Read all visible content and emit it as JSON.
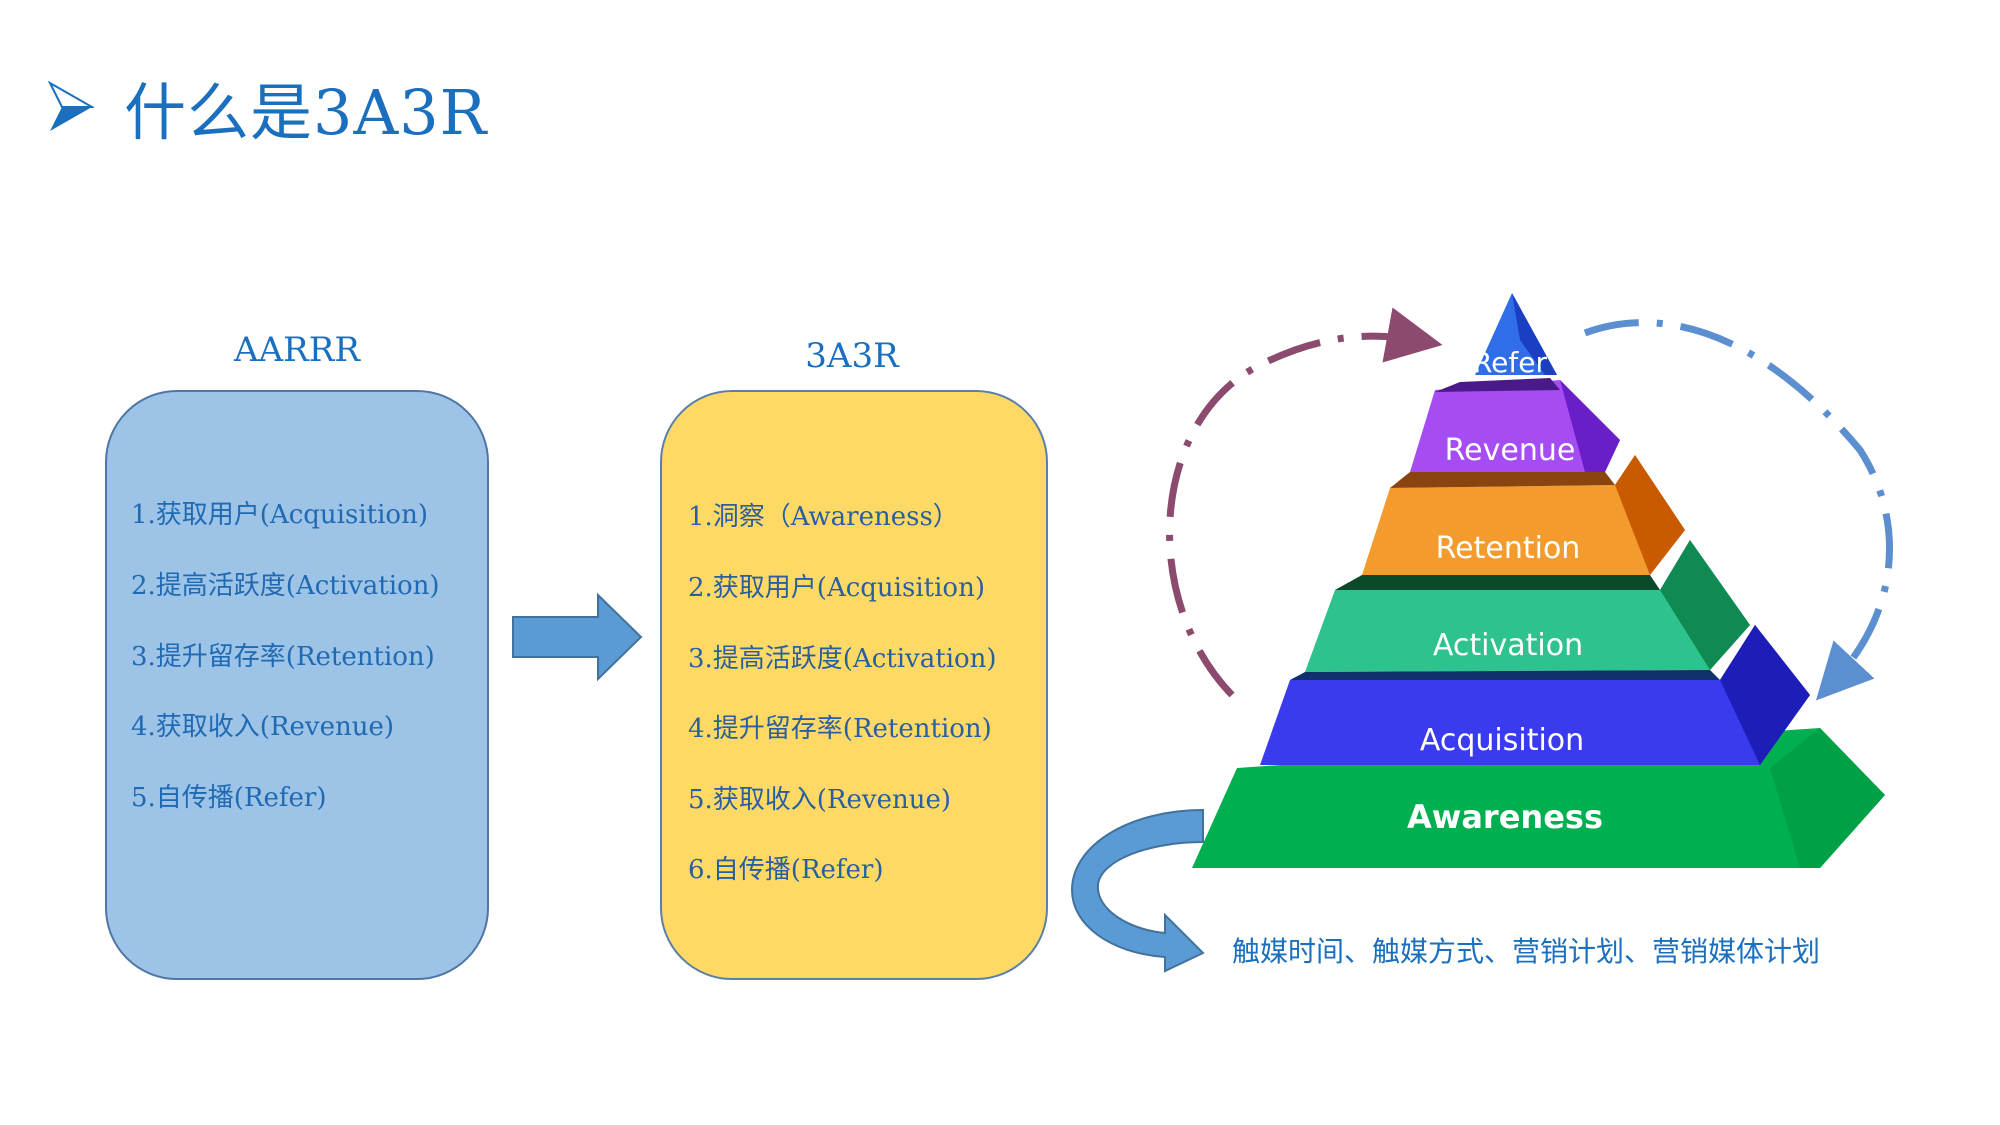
{
  "title": {
    "bullet_icon": "arrowhead-bullet-icon",
    "text": "什么是3A3R"
  },
  "aarrr": {
    "label": "AARRR",
    "items": [
      "1.获取用户(Acquisition)",
      "2.提高活跃度(Activation)",
      "3.提升留存率(Retention)",
      "4.获取收入(Revenue)",
      "5.自传播(Refer)"
    ],
    "color": "#9dc3e6"
  },
  "transition_arrow": {
    "icon": "right-arrow-icon",
    "color": "#5b9bd5"
  },
  "threea3r": {
    "label": "3A3R",
    "items": [
      "1.洞察（Awareness）",
      "2.获取用户(Acquisition)",
      "3.提高活跃度(Activation)",
      "4.提升留存率(Retention)",
      "5.获取收入(Revenue)",
      "6.自传播(Refer)"
    ],
    "color": "#ffd966"
  },
  "pyramid": {
    "layers": [
      {
        "label": "Refer",
        "color": "#2f6ee8"
      },
      {
        "label": "Revenue",
        "color": "#a24ef0"
      },
      {
        "label": "Retention",
        "color": "#f09a2a"
      },
      {
        "label": "Activation",
        "color": "#2ec38e"
      },
      {
        "label": "Acquisition",
        "color": "#3c3cf0"
      },
      {
        "label": "Awareness",
        "color": "#00b050"
      }
    ],
    "left_cycle_arrow_color": "#8b4a6e",
    "right_cycle_arrow_color": "#5b8fcf"
  },
  "bottom_note": {
    "icon": "curved-arrow-icon",
    "text": "触媒时间、触媒方式、营销计划、营销媒体计划"
  }
}
